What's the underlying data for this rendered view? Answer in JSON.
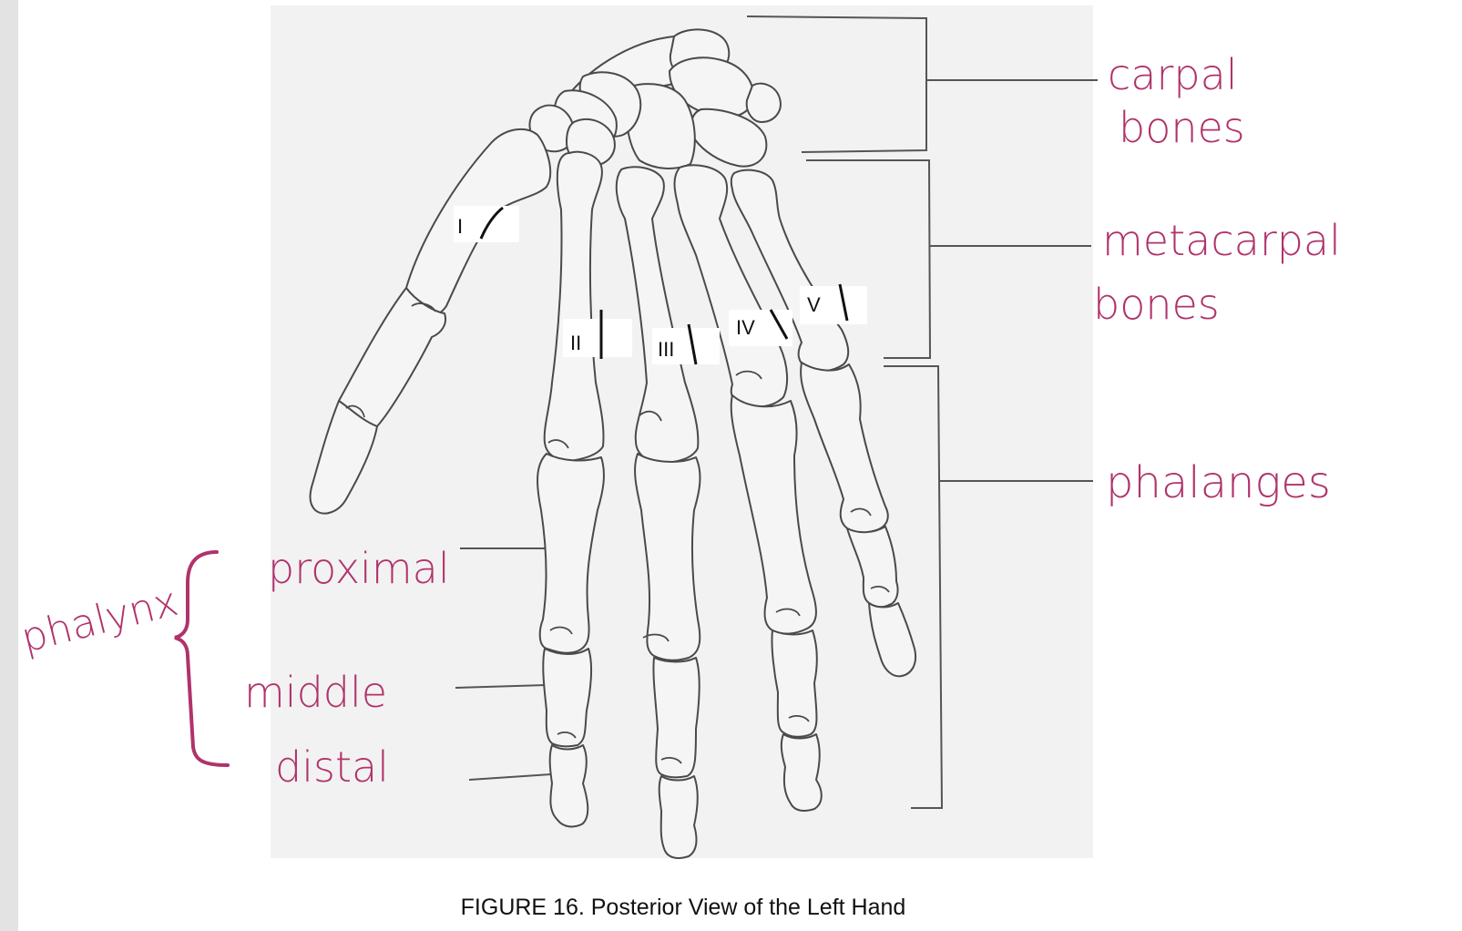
{
  "figure": {
    "caption": "FIGURE 16.  Posterior View of the Left Hand",
    "metacarpal_numerals": [
      "I",
      "II",
      "III",
      "IV",
      "V"
    ]
  },
  "annotations": {
    "right": {
      "carpal_line1": "carpal",
      "carpal_line2": "bones",
      "metacarpal_line1": "metacarpal",
      "metacarpal_line2": "bones",
      "phalanges": "phalanges"
    },
    "left": {
      "group": "phalynx",
      "proximal": "proximal",
      "middle": "middle",
      "distal": "distal"
    },
    "ink_color": "#b0336b"
  }
}
